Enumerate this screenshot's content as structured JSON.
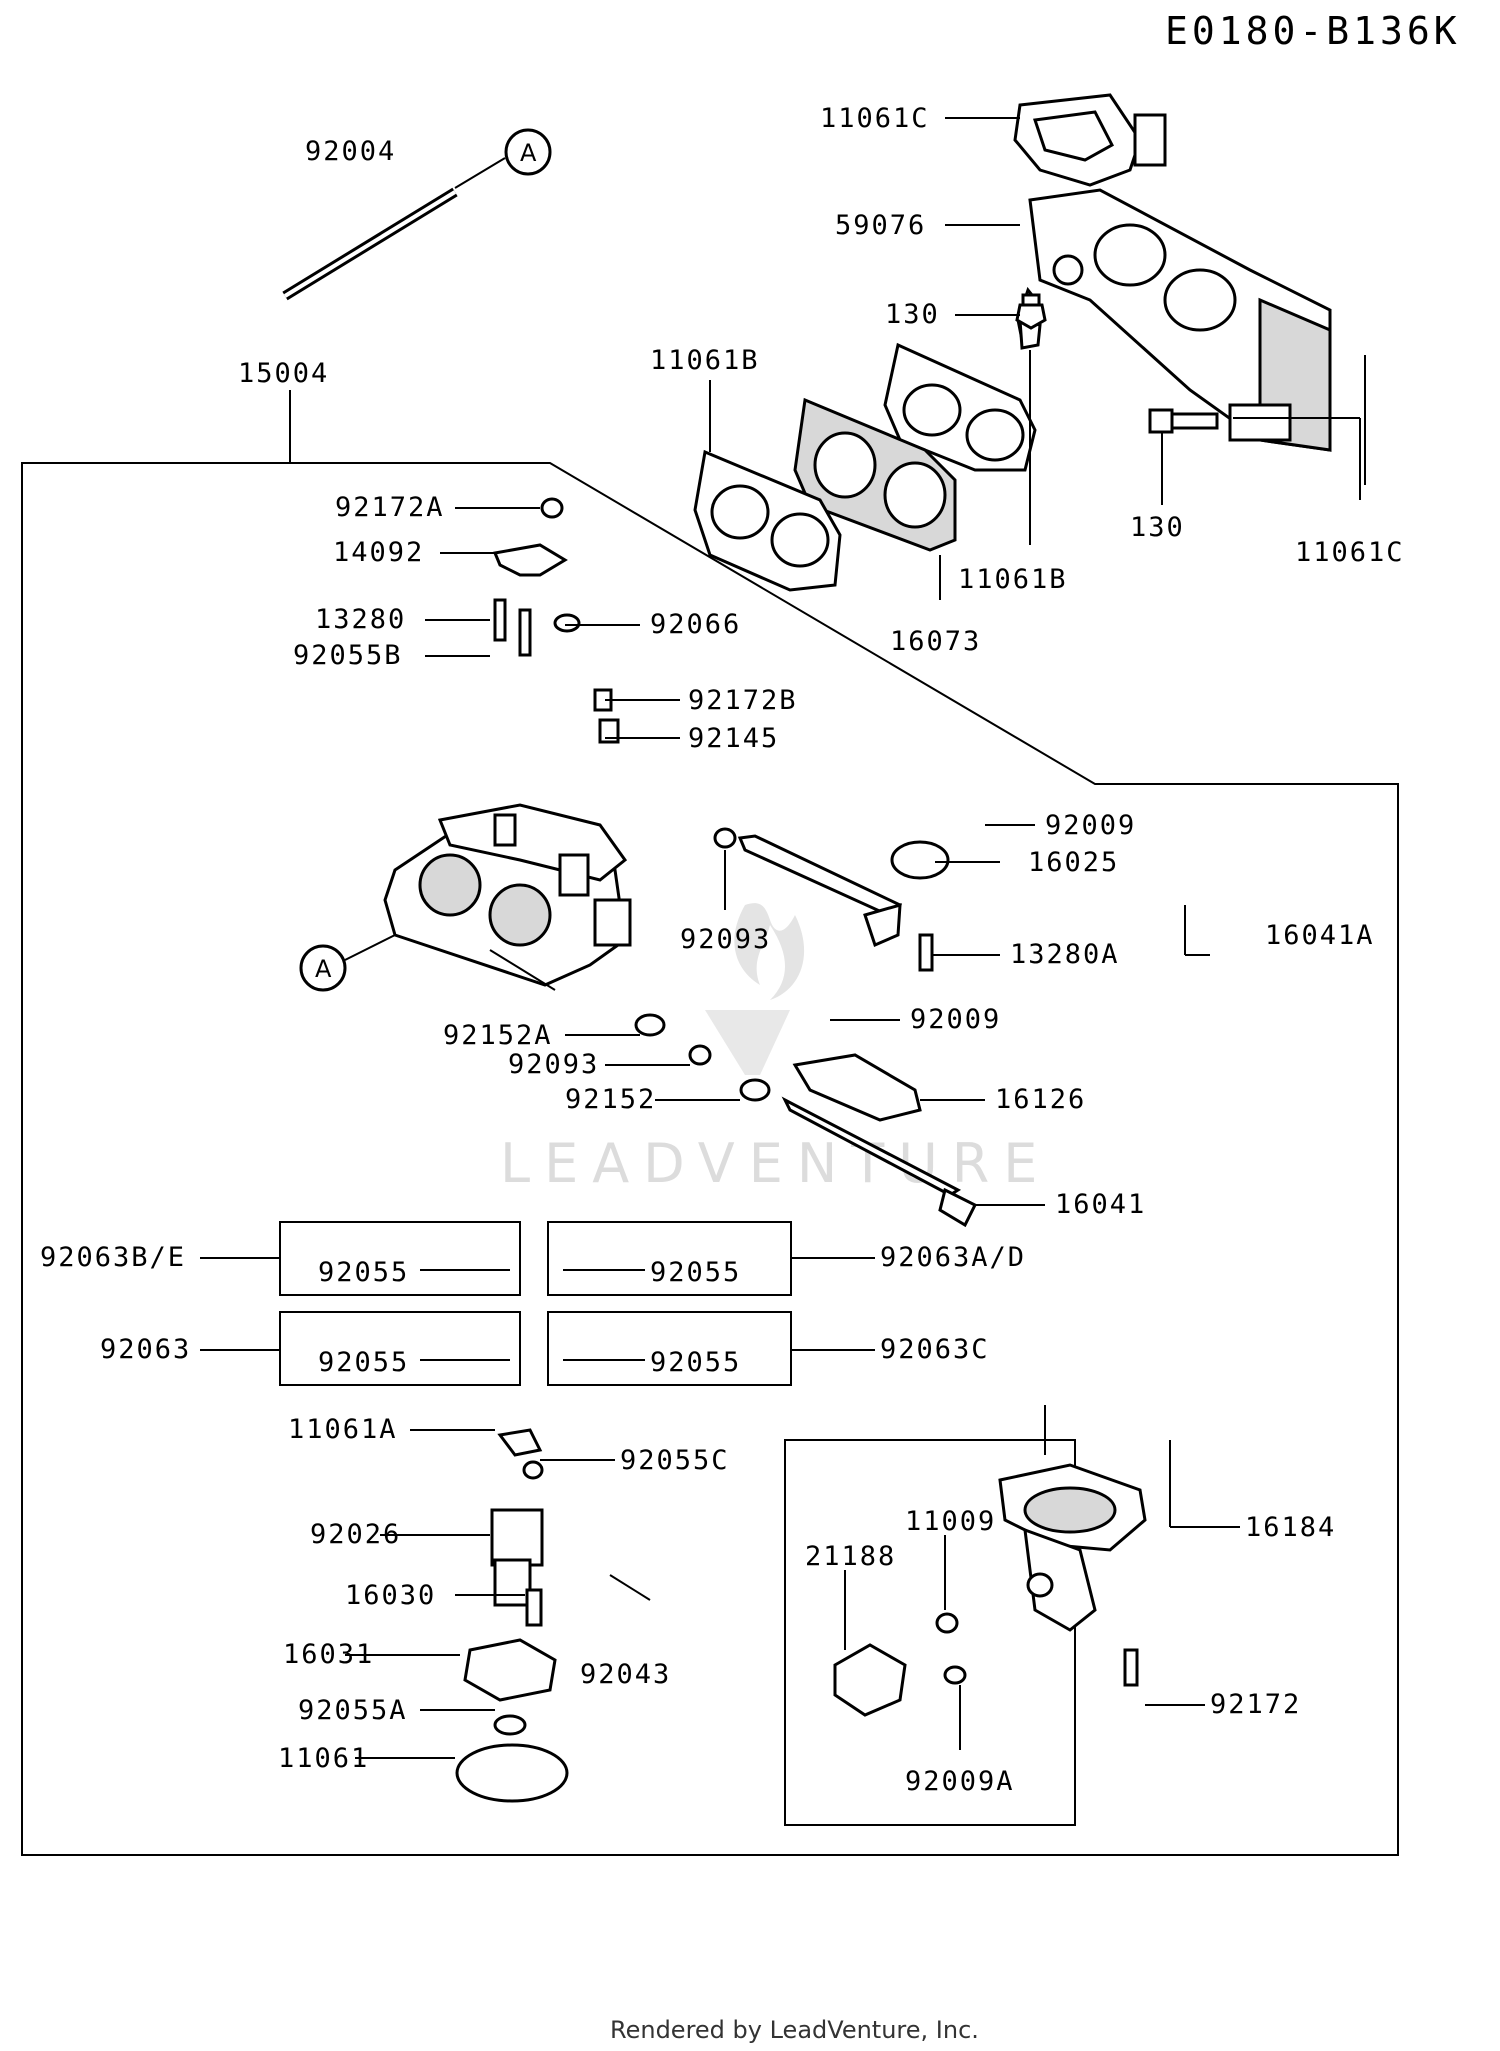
{
  "diagram": {
    "code": "E0180-B136K",
    "footer": "Rendered by LeadVenture, Inc.",
    "watermark": "LEADVENTURE",
    "callout_letter": "A",
    "labels": {
      "p11061C_top": "11061C",
      "p59076": "59076",
      "p130_top": "130",
      "p11061B_left": "11061B",
      "p92004": "92004",
      "p15004": "15004",
      "p130_right": "130",
      "p11061C_right": "11061C",
      "p11061B_mid": "11061B",
      "p16073": "16073",
      "p92172A": "92172A",
      "p14092": "14092",
      "p13280": "13280",
      "p92066": "92066",
      "p92055B": "92055B",
      "p92172B": "92172B",
      "p92145": "92145",
      "p92009_a": "92009",
      "p16025": "16025",
      "p92093_a": "92093",
      "p16041A": "16041A",
      "p13280A": "13280A",
      "p92152A": "92152A",
      "p92009_b": "92009",
      "p92093_b": "92093",
      "p92152": "92152",
      "p16126": "16126",
      "p16041": "16041",
      "p92063BE": "92063B/E",
      "p92055_1": "92055",
      "p92055_2": "92055",
      "p92063AD": "92063A/D",
      "p92063": "92063",
      "p92055_3": "92055",
      "p92055_4": "92055",
      "p92063C": "92063C",
      "p11061A": "11061A",
      "p92055C": "92055C",
      "p92026": "92026",
      "p16030": "16030",
      "p92043": "92043",
      "p16031": "16031",
      "p92055A": "92055A",
      "p11061": "11061",
      "p16184": "16184",
      "p11009": "11009",
      "p21188": "21188",
      "p92172": "92172",
      "p92009A": "92009A"
    }
  }
}
